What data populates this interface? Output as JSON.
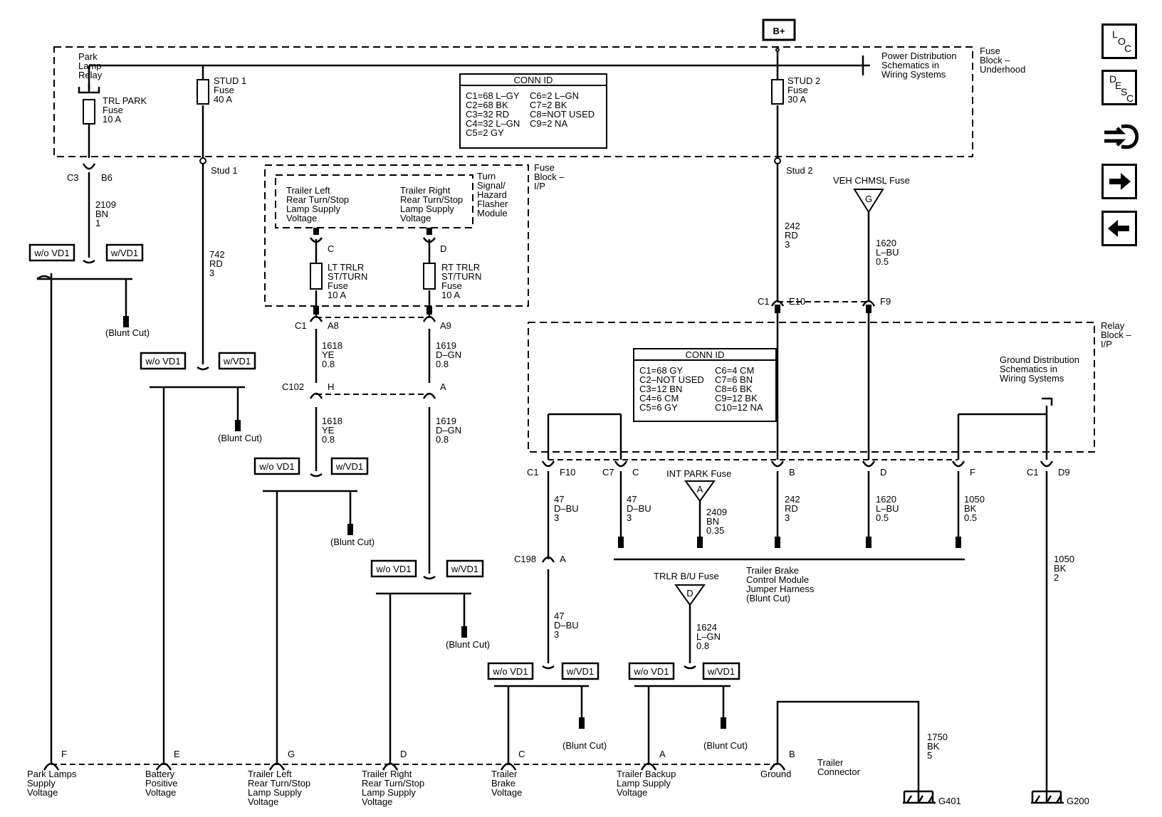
{
  "labels": {
    "bplus": "B+",
    "fuse_block_underhood": [
      "Fuse",
      "Block –",
      "Underhood"
    ],
    "park_lamp_relay": [
      "Park",
      "Lamp",
      "Relay"
    ],
    "trl_park_fuse": [
      "TRL PARK",
      "Fuse",
      "10 A"
    ],
    "stud1_fuse": [
      "STUD 1",
      "Fuse",
      "40 A"
    ],
    "stud2_fuse": [
      "STUD 2",
      "Fuse",
      "30 A"
    ],
    "power_dist": [
      "Power Distribution",
      "Schematics in",
      "Wiring Systems"
    ],
    "conn1_title": "CONN ID",
    "conn1_left": [
      "C1=68 L–GY",
      "C2=68 BK",
      "C3=32 RD",
      "C4=32 L–GN",
      "C5=2 GY"
    ],
    "conn1_right": [
      "C6=2 L–GN",
      "C7=2 BK",
      "C8=NOT USED",
      "C9=2 NA"
    ],
    "c3": "C3",
    "b6": "B6",
    "stud1": "Stud 1",
    "stud2": "Stud 2",
    "wire_2109": [
      "2109",
      "BN",
      "1"
    ],
    "wire_742": [
      "742",
      "RD",
      "3"
    ],
    "wire_242a": [
      "242",
      "RD",
      "3"
    ],
    "fuse_block_ip": [
      "Fuse",
      "Block –",
      "I/P"
    ],
    "turn_module": [
      "Turn",
      "Signal/",
      "Hazard",
      "Flasher",
      "Module"
    ],
    "trailer_left_supply": [
      "Trailer Left",
      "Rear Turn/Stop",
      "Lamp Supply",
      "Voltage"
    ],
    "trailer_right_supply": [
      "Trailer Right",
      "Rear Turn/Stop",
      "Lamp Supply",
      "Voltage"
    ],
    "pin_c": "C",
    "pin_d": "D",
    "lt_trlr_fuse": [
      "LT TRLR",
      "ST/TURN",
      "Fuse",
      "10 A"
    ],
    "rt_trlr_fuse": [
      "RT TRLR",
      "ST/TURN",
      "Fuse",
      "10 A"
    ],
    "c1": "C1",
    "a8": "A8",
    "a9": "A9",
    "wire_1618a": [
      "1618",
      "YE",
      "0.8"
    ],
    "wire_1619a": [
      "1619",
      "D–GN",
      "0.8"
    ],
    "c102": "C102",
    "pin_h": "H",
    "pin_a": "A",
    "wire_1618b": [
      "1618",
      "YE",
      "0.8"
    ],
    "wire_1619b": [
      "1619",
      "D–GN",
      "0.8"
    ],
    "veh_chmsl": "VEH CHMSL Fuse",
    "fuse_g": "G",
    "wire_1620a": [
      "1620",
      "L–BU",
      "0.5"
    ],
    "e10": "E10",
    "f9": "F9",
    "relay_block": [
      "Relay",
      "Block –",
      "I/P"
    ],
    "conn2_title": "CONN ID",
    "conn2_left": [
      "C1=68 GY",
      "C2–NOT USED",
      "C3=12 BN",
      "C4=6 CM",
      "C5=6 GY"
    ],
    "conn2_right": [
      "C6=4 CM",
      "C7=6 BN",
      "C8=6 BK",
      "C9=12 BK",
      "C10=12 NA"
    ],
    "ground_dist": [
      "Ground Distribution",
      "Schematics in",
      "Wiring Systems"
    ],
    "f10": "F10",
    "c7": "C7",
    "pin_b": "B",
    "pin_f": "F",
    "d9": "D9",
    "int_park": "INT PARK Fuse",
    "fuse_a": "A",
    "wire_47a": [
      "47",
      "D–BU",
      "3"
    ],
    "wire_47b": [
      "47",
      "D–BU",
      "3"
    ],
    "wire_2409": [
      "2409",
      "BN",
      "0.35"
    ],
    "wire_242b": [
      "242",
      "RD",
      "3"
    ],
    "wire_1620b": [
      "1620",
      "L–BU",
      "0.5"
    ],
    "wire_1050a": [
      "1050",
      "BK",
      "0.5"
    ],
    "wire_1050b": [
      "1050",
      "BK",
      "2"
    ],
    "jumper_harness": [
      "Trailer Brake",
      "Control Module",
      "Jumper Harness",
      "(Blunt Cut)"
    ],
    "c198": "C198",
    "wire_47c": [
      "47",
      "D–BU",
      "3"
    ],
    "trlr_bu": "TRLR B/U Fuse",
    "fuse_d": "D",
    "wire_1624": [
      "1624",
      "L–GN",
      "0.8"
    ],
    "wire_1750": [
      "1750",
      "BK",
      "5"
    ],
    "wo_vd1": "w/o VD1",
    "w_vd1": "w/VD1",
    "blunt_cut": "(Blunt Cut)",
    "pin_e": "E",
    "pin_g": "G",
    "trailer_connector": [
      "Trailer",
      "Connector"
    ],
    "park_lamps": [
      "Park Lamps",
      "Supply",
      "Voltage"
    ],
    "battery_pos": [
      "Battery",
      "Positive",
      "Voltage"
    ],
    "trailer_left_bottom": [
      "Trailer Left",
      "Rear Turn/Stop",
      "Lamp Supply",
      "Voltage"
    ],
    "trailer_right_bottom": [
      "Trailer Right",
      "Rear Turn/Stop",
      "Lamp Supply",
      "Voltage"
    ],
    "trailer_brake": [
      "Trailer",
      "Brake",
      "Voltage"
    ],
    "trailer_backup": [
      "Trailer Backup",
      "Lamp Supply",
      "Voltage"
    ],
    "ground": "Ground",
    "g401": "G401",
    "g200": "G200"
  },
  "nav": {
    "loc": [
      "L",
      "O",
      "C"
    ],
    "desc": [
      "D",
      "E",
      "S",
      "C"
    ],
    "icons": [
      "component-locator-icon",
      "description-icon",
      "connector-icon",
      "next-arrow-icon",
      "prev-arrow-icon"
    ]
  }
}
